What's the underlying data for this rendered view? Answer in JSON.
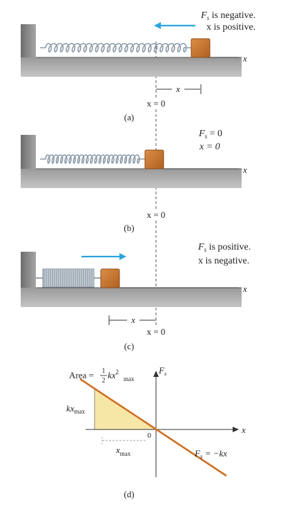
{
  "colors": {
    "wall": "#7c7c7c",
    "floor": "#888888",
    "block": "#c8742f",
    "block_edge": "#8a4a18",
    "arrow": "#2aa4dc",
    "spring": "#8a9aa8",
    "force_line": "#cf6e22",
    "area_fill": "#f7e7a6"
  },
  "panel_a": {
    "caption": "(a)",
    "force_text": "F",
    "force_sub": "s",
    "force_rest": " is negative.",
    "pos_text": "x is positive.",
    "axis_label": "x",
    "origin_label": "x = 0",
    "disp_label": "x"
  },
  "panel_b": {
    "caption": "(b)",
    "force_text": "F",
    "force_sub": "s",
    "force_rest": " = 0",
    "pos_text": "x = 0",
    "axis_label": "x",
    "origin_label": "x = 0"
  },
  "panel_c": {
    "caption": "(c)",
    "force_text": "F",
    "force_sub": "s",
    "force_rest": " is positive.",
    "pos_text": "x is negative.",
    "axis_label": "x",
    "origin_label": "x = 0",
    "disp_label": "x"
  },
  "panel_d": {
    "caption": "(d)",
    "area_prefix": "Area = ",
    "area_frac_num": "1",
    "area_frac_den": "2",
    "area_k": " kx",
    "area_sup": "2",
    "area_sub": "max",
    "y_axis_label": "F",
    "y_axis_sub": "s",
    "x_axis_label": "x",
    "origin": "0",
    "kx_label": "kx",
    "kx_sub": "max",
    "xmax_label": "x",
    "xmax_sub": "max",
    "law_F": "F",
    "law_sub": "s",
    "law_rest": " = −kx"
  }
}
